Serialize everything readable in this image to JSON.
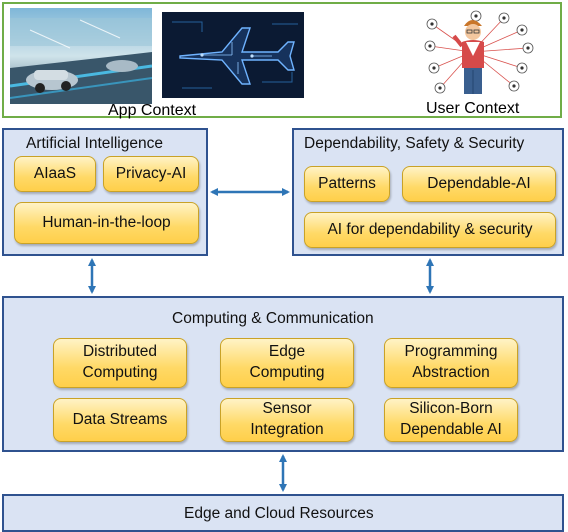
{
  "context": {
    "app_label": "App Context",
    "user_label": "User Context"
  },
  "ai": {
    "title": "Artificial Intelligence",
    "items": [
      "AIaaS",
      "Privacy-AI",
      "Human-in-the-loop"
    ]
  },
  "dss": {
    "title": "Dependability, Safety & Security",
    "items": [
      "Patterns",
      "Dependable-AI",
      "AI for dependability & security"
    ]
  },
  "cc": {
    "title": "Computing & Communication",
    "items": [
      "Distributed\nComputing",
      "Edge\nComputing",
      "Programming\nAbstraction",
      "Data Streams",
      "Sensor\nIntegration",
      "Silicon-Born\nDependable AI"
    ]
  },
  "edge": {
    "title": "Edge and Cloud Resources"
  },
  "colors": {
    "panel_fill": "#dae3f3",
    "panel_border": "#2f528f",
    "chip_fill": "#ffd966",
    "context_border": "#70ad47",
    "arrow": "#2e75b6"
  }
}
